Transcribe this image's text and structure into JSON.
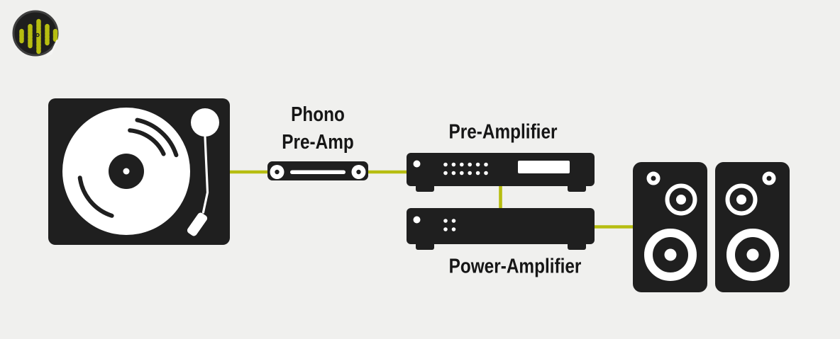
{
  "colors": {
    "background": "#f0f0ee",
    "ink": "#1f1f1f",
    "accent": "#b6bd10",
    "text": "#161616",
    "white": "#ffffff",
    "logo_ring": "#3f3f3f"
  },
  "logo": {
    "icon": "soundwave-logo"
  },
  "diagram": {
    "turntable": {
      "icon": "turntable-icon"
    },
    "phono_preamp": {
      "label_line1": "Phono",
      "label_line2": "Pre-Amp",
      "icon": "phono-preamp-icon"
    },
    "pre_amplifier": {
      "label": "Pre-Amplifier",
      "icon": "pre-amplifier-icon"
    },
    "power_amplifier": {
      "label": "Power-Amplifier",
      "icon": "power-amplifier-icon"
    },
    "speakers": {
      "icon": "speakers-icon"
    },
    "connections": [
      {
        "from": "turntable",
        "to": "phono-preamp"
      },
      {
        "from": "phono-preamp",
        "to": "pre-amplifier"
      },
      {
        "from": "pre-amplifier",
        "to": "power-amplifier"
      },
      {
        "from": "power-amplifier",
        "to": "speakers"
      }
    ]
  }
}
